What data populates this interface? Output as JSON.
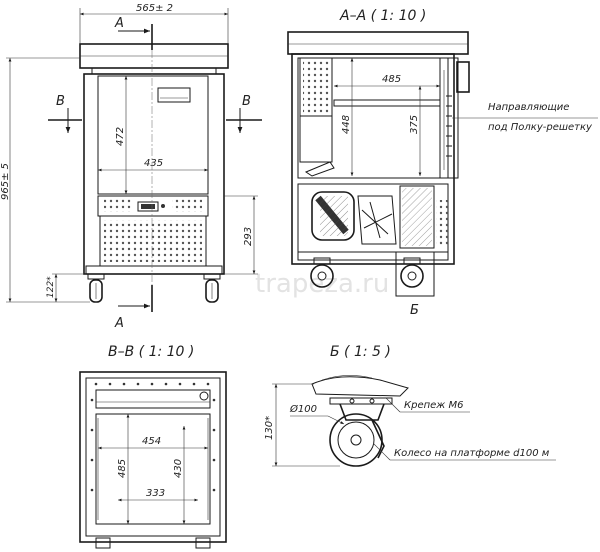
{
  "views": {
    "front": {
      "width_dim": "565± 2",
      "height_dim": "965± 5",
      "interior_width": "435",
      "interior_height": "472",
      "base_height": "293",
      "wheel_height": "122*",
      "section_a_top": "A",
      "section_a_bottom": "A",
      "section_b_left": "B",
      "section_b_right": "B"
    },
    "section_aa": {
      "title": "A–A ( 1: 10 )",
      "depth": "485",
      "height_1": "448",
      "height_2": "375",
      "callout_b": "Б"
    },
    "section_bb": {
      "title": "B–B ( 1: 10 )",
      "width": "454",
      "width_2": "333",
      "depth": "485",
      "depth_2": "430"
    },
    "detail_b": {
      "title": "Б ( 1: 5 )",
      "diameter": "Ø100",
      "height": "130*"
    }
  },
  "callouts": {
    "guides_line1": "Направляющие",
    "guides_line2": "под Полку-решетку",
    "fastener": "Крепеж М6",
    "wheel": "Колесо на платформе d100 м"
  },
  "watermark": "trapeza.ru"
}
